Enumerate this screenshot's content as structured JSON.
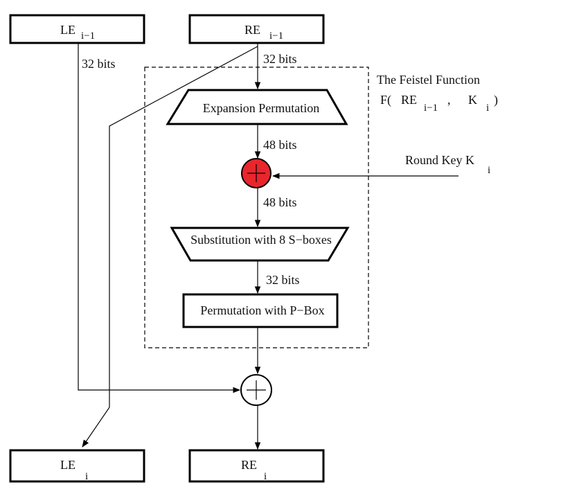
{
  "blocks": {
    "le_prev": {
      "main": "LE",
      "sub": "i−1"
    },
    "re_prev": {
      "main": "RE",
      "sub": "i−1"
    },
    "le_next": {
      "main": "LE",
      "sub": "i"
    },
    "re_next": {
      "main": "RE",
      "sub": "i"
    },
    "expansion": "Expansion Permutation",
    "substitution": "Substitution with 8 S−boxes",
    "pbox": "Permutation  with P−Box"
  },
  "bit_labels": {
    "left_in": "32 bits",
    "right_in": "32 bits",
    "after_expansion": "48 bits",
    "after_xor": "48 bits",
    "after_sbox": "32 bits"
  },
  "feistel": {
    "title": "The Feistel Function",
    "f_open": "F(",
    "f_re": "RE",
    "f_re_sub": "i−1",
    "f_comma": ",",
    "f_k": "K",
    "f_k_sub": "i",
    "f_close": ")"
  },
  "round_key": {
    "main": "Round Key K",
    "sub": "i"
  },
  "colors": {
    "xor_top_fill": "#e8262c",
    "line": "#000000"
  }
}
